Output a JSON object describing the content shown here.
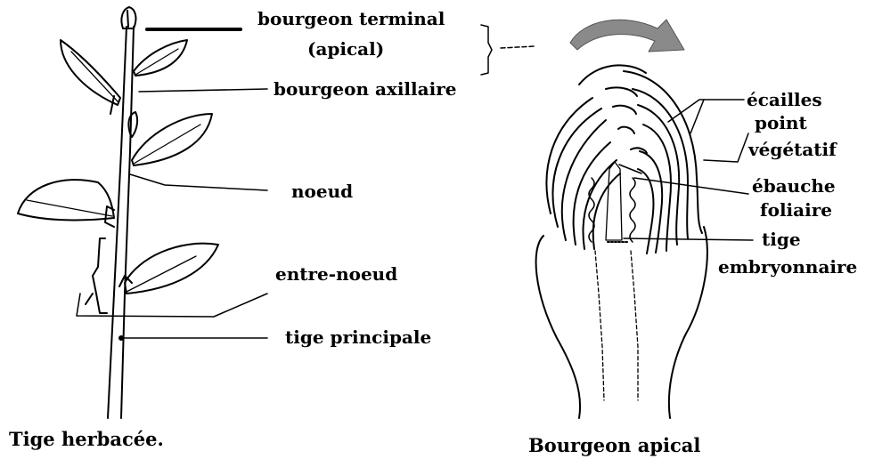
{
  "plant": {
    "labels": {
      "terminal_bud_1": "bourgeon terminal",
      "terminal_bud_2": "(apical)",
      "axillary_bud": "bourgeon axillaire",
      "node": "noeud",
      "internode": "entre-noeud",
      "main_stem": "tige principale"
    },
    "caption": "Tige herbacée."
  },
  "bud": {
    "labels": {
      "scales": "écailles",
      "growing_point_1": "point",
      "growing_point_2": "végétatif",
      "leaf_primordium_1": "ébauche",
      "leaf_primordium_2": "foliaire",
      "embryonic_stem_1": "tige",
      "embryonic_stem_2": "embryonnaire"
    },
    "caption": "Bourgeon apical"
  },
  "colors": {
    "ink": "#000000",
    "arrow_fill": "#8a8a8a"
  }
}
